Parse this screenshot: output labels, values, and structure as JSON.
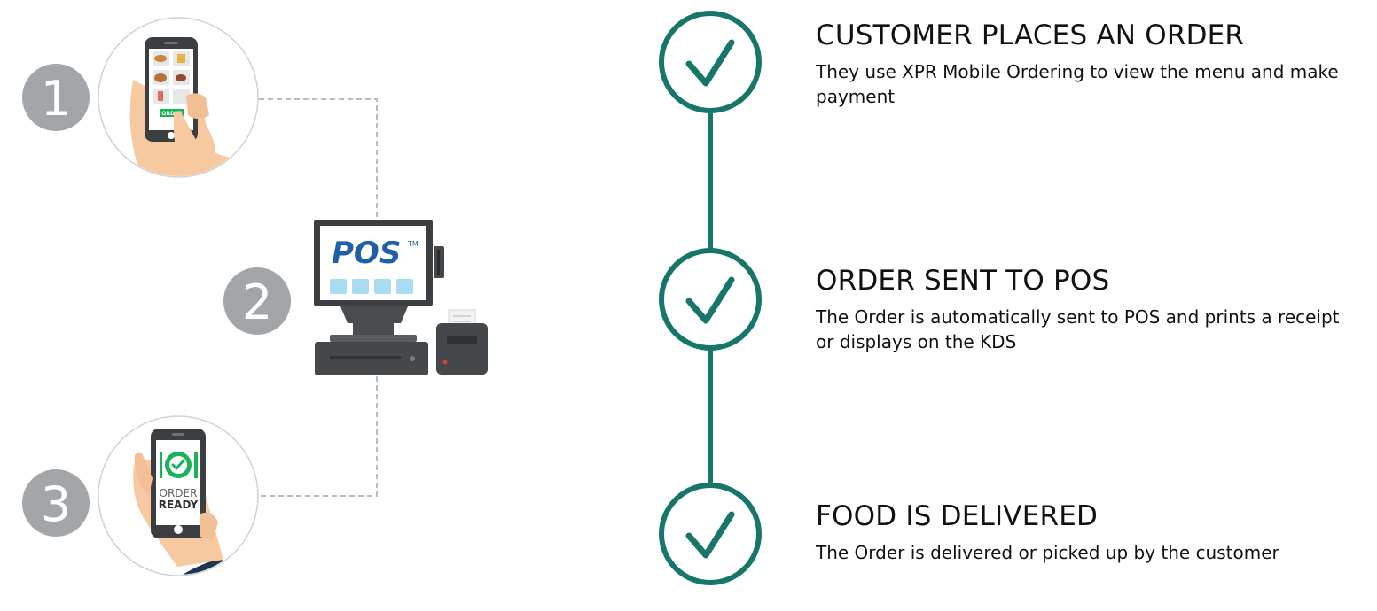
{
  "steps": [
    {
      "number": "1",
      "title": "CUSTOMER PLACES AN ORDER",
      "description": "They use XPR Mobile Ordering to view the menu and make payment"
    },
    {
      "number": "2",
      "title": "ORDER SENT TO POS",
      "description": "The Order is automatically sent to POS and prints a receipt or displays on the KDS"
    },
    {
      "number": "3",
      "title": "FOOD IS DELIVERED",
      "description": "The Order is delivered or picked up by the customer"
    }
  ],
  "illustrations": {
    "phone_button": "ORDER",
    "pos_logo": "POS",
    "pos_trademark": "TM",
    "ready_line1": "ORDER",
    "ready_line2": "READY"
  },
  "colors": {
    "timeline": "#16766a",
    "number_badge": "#a3a6a8",
    "pos_blue": "#1f5faa",
    "order_green": "#1bb35a"
  }
}
